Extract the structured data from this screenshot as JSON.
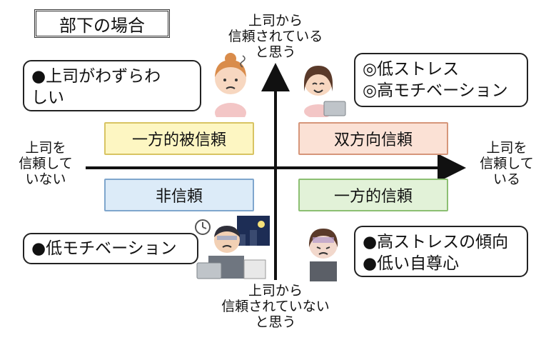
{
  "title": "部下の場合",
  "axes": {
    "top": [
      "上司から",
      "信頼されている",
      "と思う"
    ],
    "bottom": [
      "上司から",
      "信頼されていない",
      "と思う"
    ],
    "left": [
      "上司を",
      "信頼して",
      "いない"
    ],
    "right": [
      "上司を",
      "信頼して",
      "いる"
    ]
  },
  "quadrants": {
    "top_left": {
      "label": "一方的被信頼",
      "fill": "#fdf6c2",
      "border": "#d8c463"
    },
    "top_right": {
      "label": "双方向信頼",
      "fill": "#fbe1d5",
      "border": "#d6967a"
    },
    "bottom_left": {
      "label": "非信頼",
      "fill": "#dcebf8",
      "border": "#7fa6cd"
    },
    "bottom_right": {
      "label": "一方的信頼",
      "fill": "#e2f2d8",
      "border": "#8cbf72"
    }
  },
  "bubbles": {
    "top_left": [
      "●上司がわずらわ",
      "しい"
    ],
    "top_right": [
      "◎低ストレス",
      "◎高モチベーション"
    ],
    "bottom_left": [
      "●低モチベーション"
    ],
    "bottom_right": [
      "●高ストレスの傾向",
      "●低い自尊心"
    ]
  },
  "figures": {
    "top_left": "worried-woman-icon",
    "top_right": "smiling-woman-laptop-icon",
    "bottom_left": "tired-man-laptop-icon",
    "bottom_right": "stressed-woman-icon"
  }
}
